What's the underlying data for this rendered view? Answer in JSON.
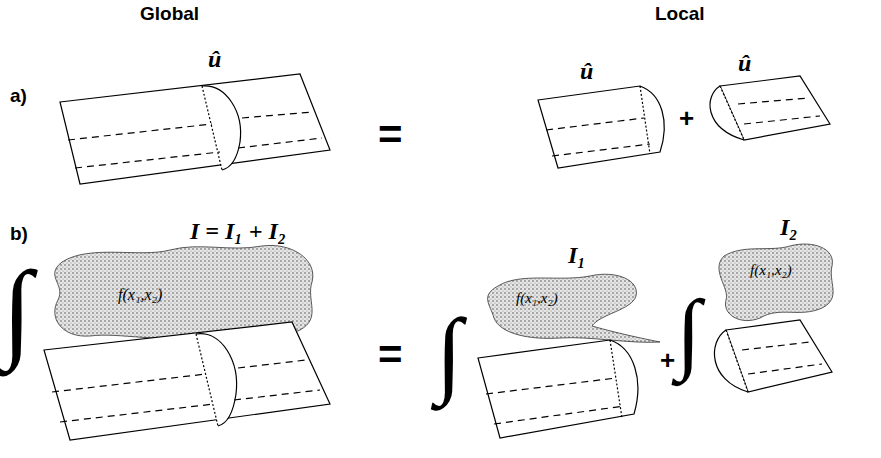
{
  "diagram": {
    "labels": [
      "Global",
      "Local",
      "a)",
      "û",
      "=",
      "û",
      "+",
      "û",
      "b)",
      "I = I₁ + I₂",
      "∫",
      "f(x₁,x₂)",
      "=",
      "I₁",
      "∫",
      "f(x₁,x₂)",
      "+",
      "I₂",
      "∫",
      "f(x₁,x₂)"
    ]
  }
}
